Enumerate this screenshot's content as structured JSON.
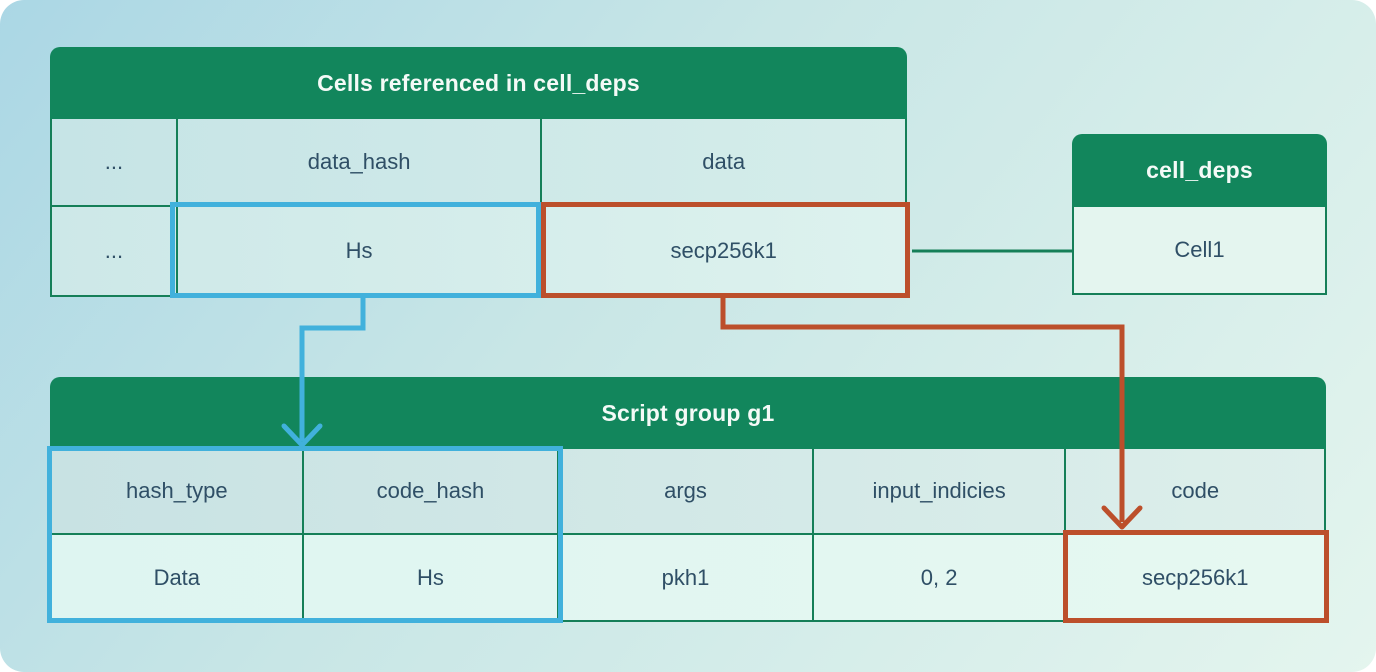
{
  "diagram": {
    "tables": {
      "cells_referenced": {
        "title": "Cells referenced in cell_deps",
        "columns": [
          "...",
          "data_hash",
          "data"
        ],
        "row": [
          "...",
          "Hs",
          "secp256k1"
        ]
      },
      "cell_deps": {
        "title": "cell_deps",
        "row": [
          "Cell1"
        ]
      },
      "script_group": {
        "title": "Script group g1",
        "columns": [
          "hash_type",
          "code_hash",
          "args",
          "input_indicies",
          "code"
        ],
        "row": [
          "Data",
          "Hs",
          "pkh1",
          "0, 2",
          "secp256k1"
        ]
      }
    },
    "colors": {
      "header_band_green": "#12865c",
      "table_border_green": "#157f58",
      "highlight_blue": "#41b1dc",
      "highlight_red": "#bc4f2b",
      "text_dark": "#2f4f66"
    }
  }
}
